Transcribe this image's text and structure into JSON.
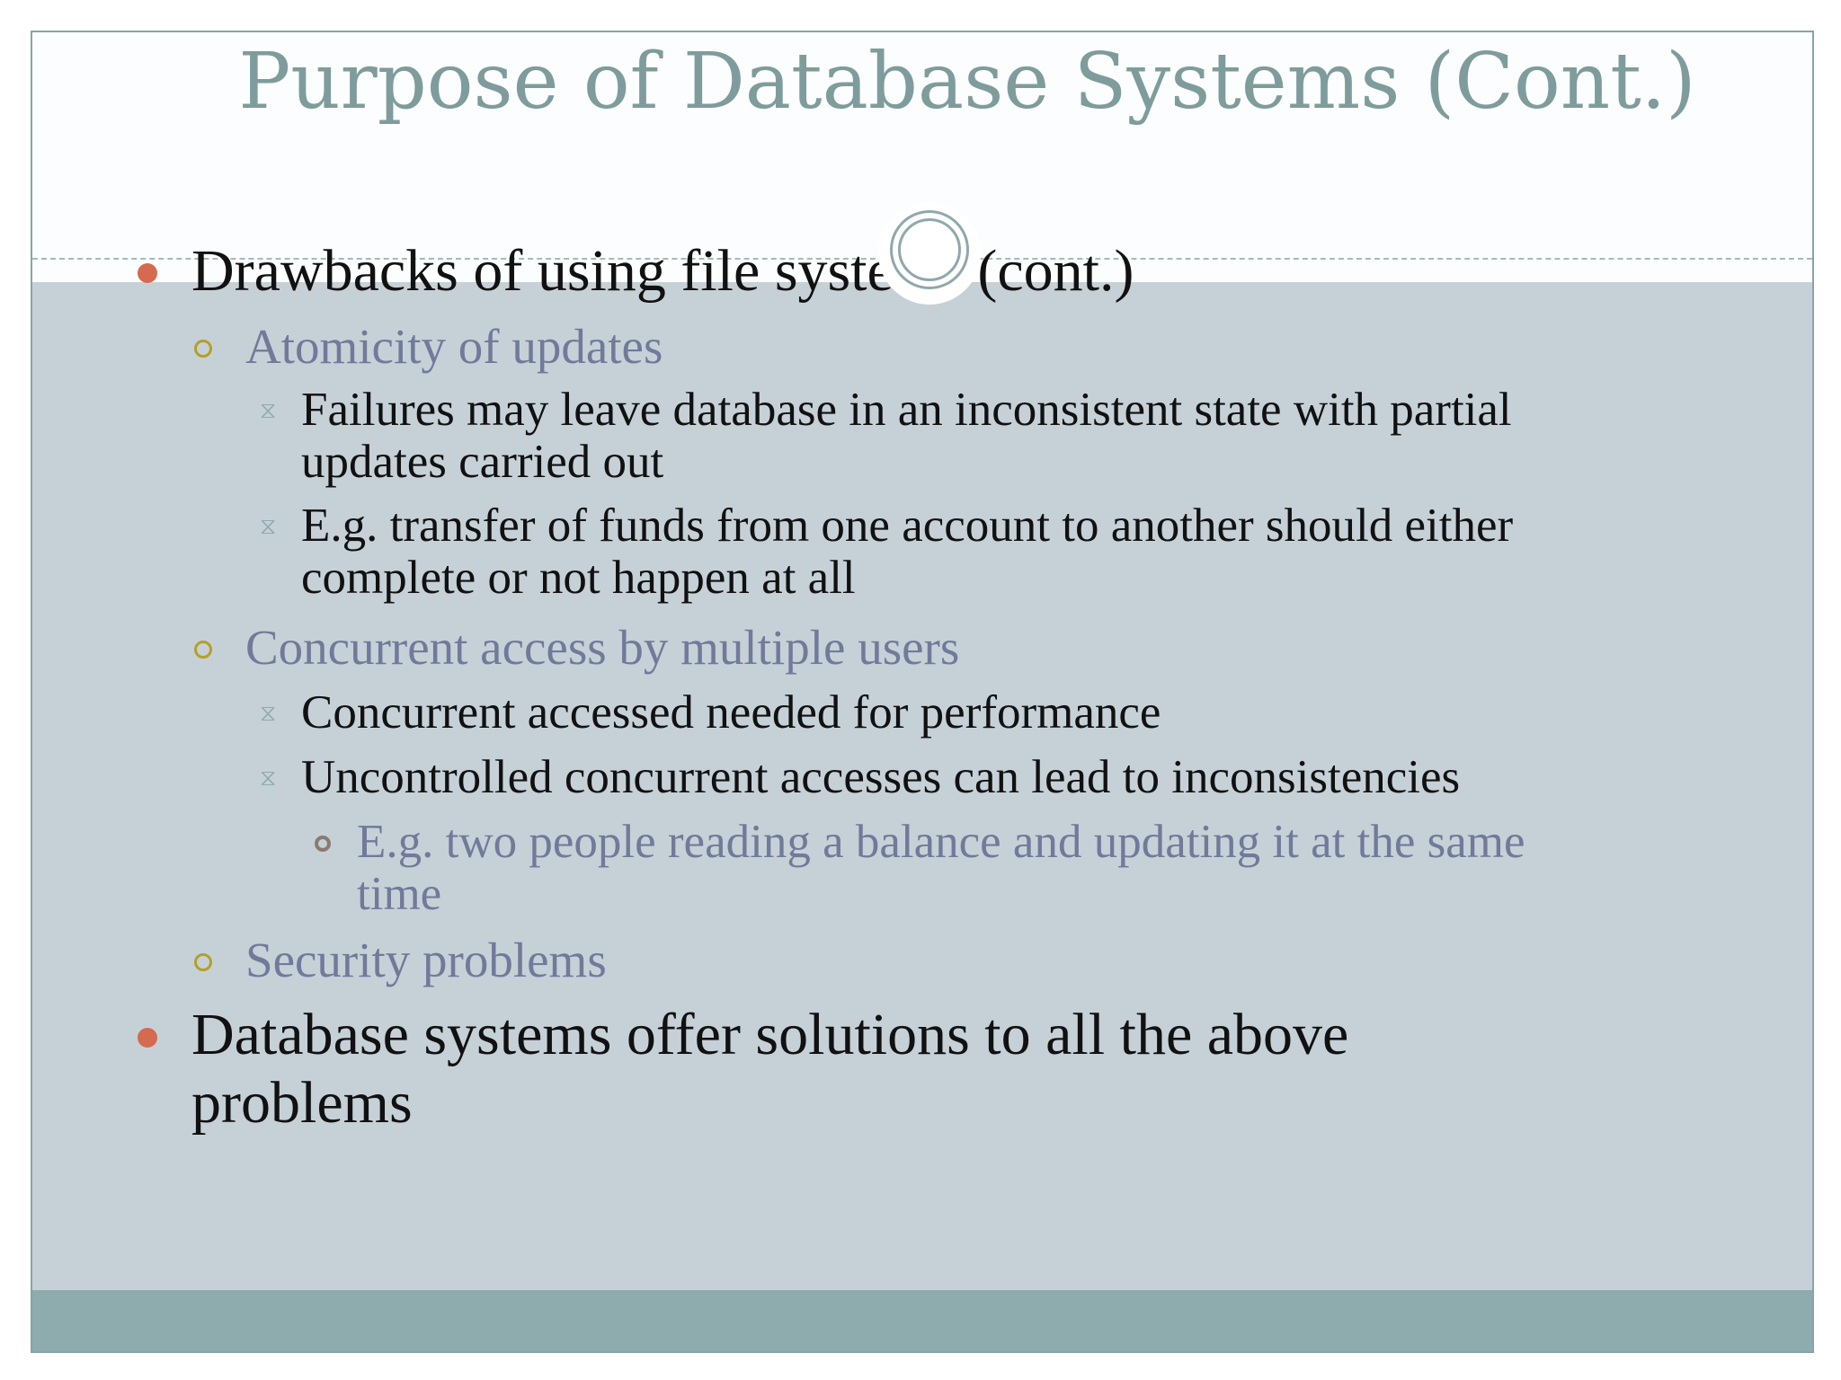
{
  "slide": {
    "title": "Purpose of Database Systems (Cont.)",
    "bullets": [
      {
        "level": 1,
        "text": "Drawbacks of using file systems (cont.)"
      },
      {
        "level": 2,
        "text": "Atomicity of updates"
      },
      {
        "level": 3,
        "lines": [
          "Failures may leave database in an inconsistent state with partial",
          "updates carried out"
        ]
      },
      {
        "level": 3,
        "lines": [
          "E.g. transfer of funds from one account to another should either",
          "complete or not happen at all"
        ]
      },
      {
        "level": 2,
        "text": "Concurrent access by multiple users"
      },
      {
        "level": 3,
        "text": "Concurrent accessed needed for performance"
      },
      {
        "level": 3,
        "text": "Uncontrolled concurrent accesses can lead to inconsistencies"
      },
      {
        "level": 4,
        "lines": [
          "E.g. two people reading a balance and updating it at the same",
          "time"
        ]
      },
      {
        "level": 2,
        "text": "Security problems"
      },
      {
        "level": 1,
        "lines": [
          "Database systems offer solutions to all the above",
          "problems"
        ]
      }
    ]
  },
  "colors": {
    "title": "#7f9c9c",
    "content_background": "#c6d1d7",
    "footer_band": "#8eabae",
    "bullet_level1": "#d46a4f",
    "bullet_level2": "#b3a028",
    "text_level2": "#717a9a"
  },
  "icons": {
    "level1_bullet": "filled-circle",
    "level2_bullet": "hollow-circle",
    "level3_bullet": "bowtie-x",
    "level4_bullet": "small-ring",
    "decoration": "double-ring"
  }
}
